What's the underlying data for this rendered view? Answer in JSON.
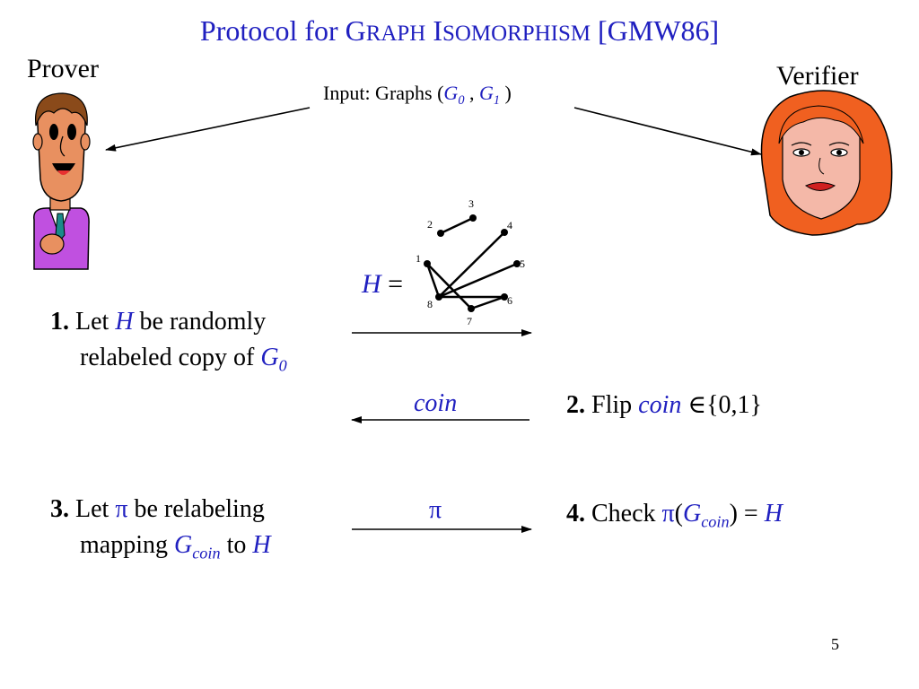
{
  "title": {
    "prefix": "Protocol for G",
    "sc1": "RAPH",
    "mid": " I",
    "sc2": "SOMORPHISM",
    "suffix": " [GMW86]"
  },
  "parties": {
    "prover": "Prover",
    "verifier": "Verifier"
  },
  "input": {
    "label": "Input: Graphs (",
    "g0": "G",
    "g0_sub": "0",
    "sep": " , ",
    "g1": "G",
    "g1_sub": "1",
    "close": " )"
  },
  "step1": {
    "num": "1.",
    "let": " Let ",
    "h": "H",
    "rest": " be randomly",
    "line2": "relabeled copy of ",
    "g": "G",
    "g_sub": "0"
  },
  "step2": {
    "num": "2.",
    "flip": " Flip ",
    "coin": "coin",
    "set": " ∈{0,1}"
  },
  "step3": {
    "num": "3.",
    "let": " Let ",
    "pi": "π",
    "rest": " be relabeling",
    "line2": "mapping ",
    "g": "G",
    "g_sub": "coin",
    "to": " to ",
    "h": "H"
  },
  "step4": {
    "num": "4.",
    "check": " Check ",
    "pi": "π",
    "open": "(",
    "g": "G",
    "g_sub": "coin",
    "close": ") = ",
    "h": "H"
  },
  "messages": {
    "coin": "coin",
    "pi": "π"
  },
  "graph": {
    "h_label": "H",
    "eq": " =",
    "vertices": [
      {
        "id": "1",
        "label": "1"
      },
      {
        "id": "2",
        "label": "2"
      },
      {
        "id": "3",
        "label": "3"
      },
      {
        "id": "4",
        "label": "4"
      },
      {
        "id": "5",
        "label": "5"
      },
      {
        "id": "6",
        "label": "6"
      },
      {
        "id": "7",
        "label": "7"
      },
      {
        "id": "8",
        "label": "8"
      }
    ],
    "edges": [
      [
        "2",
        "3"
      ],
      [
        "1",
        "8"
      ],
      [
        "1",
        "7"
      ],
      [
        "8",
        "4"
      ],
      [
        "8",
        "5"
      ],
      [
        "8",
        "6"
      ],
      [
        "7",
        "6"
      ]
    ]
  },
  "page_number": "5",
  "colors": {
    "accent": "#2020c0",
    "text": "#000000",
    "prover_skin": "#e89060",
    "prover_shirt": "#c050e0",
    "verifier_hair": "#f06020",
    "verifier_skin": "#f4b8a8"
  }
}
